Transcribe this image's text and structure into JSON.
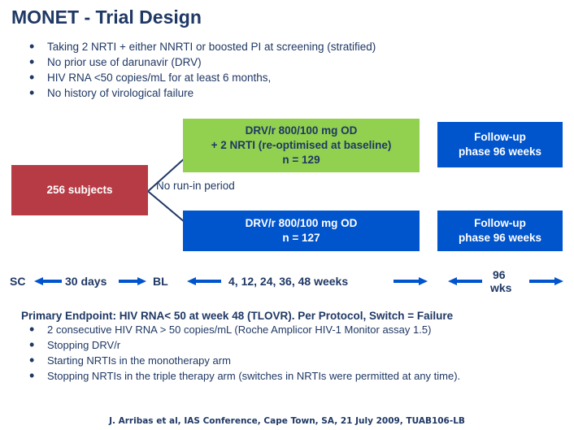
{
  "title": "MONET - Trial Design",
  "inclusion_criteria": [
    "Taking 2 NRTI + either NNRTI or boosted PI at screening (stratified)",
    "No prior use of darunavir (DRV)",
    "HIV RNA <50 copies/mL for at least 6 months,",
    "No history of virological failure"
  ],
  "boxes": {
    "subjects": {
      "label": "256 subjects",
      "color": "#B73B45"
    },
    "monotherapy": {
      "lines": [
        "DRV/r 800/100 mg OD",
        "+ 2 NRTI  (re-optimised at baseline)",
        "n = 129"
      ],
      "color": "#92D050"
    },
    "triple": {
      "lines": [
        "DRV/r 800/100 mg OD",
        "n = 127"
      ],
      "color": "#0054CC"
    },
    "followup_top": {
      "lines": [
        "Follow-up",
        "phase 96 weeks"
      ],
      "color": "#0054CC"
    },
    "followup_bottom": {
      "lines": [
        "Follow-up",
        "phase 96 weeks"
      ],
      "color": "#0054CC"
    }
  },
  "run_in_label": "No run-in period",
  "timeline": {
    "sc": "SC",
    "days": "30 days",
    "bl": "BL",
    "weeks": "4, 12, 24, 36, 48 weeks",
    "wks_line1": "96",
    "wks_line2": "wks"
  },
  "endpoint": {
    "heading": "Primary Endpoint: HIV RNA< 50 at week 48 (TLOVR). Per Protocol, Switch = Failure",
    "items": [
      "2 consecutive HIV RNA > 50 copies/mL (Roche Amplicor HIV-1 Monitor assay 1.5)",
      "Stopping DRV/r",
      "Starting NRTIs in the monotherapy arm",
      "Stopping NRTIs in the triple therapy arm (switches in NRTIs were permitted at any time)."
    ]
  },
  "footer": "J. Arribas et al, IAS Conference, Cape Town, SA, 21 July 2009, TUAB106-LB",
  "colors": {
    "text_navy": "#1F3864",
    "red": "#B73B45",
    "green": "#92D050",
    "blue": "#0054CC"
  }
}
